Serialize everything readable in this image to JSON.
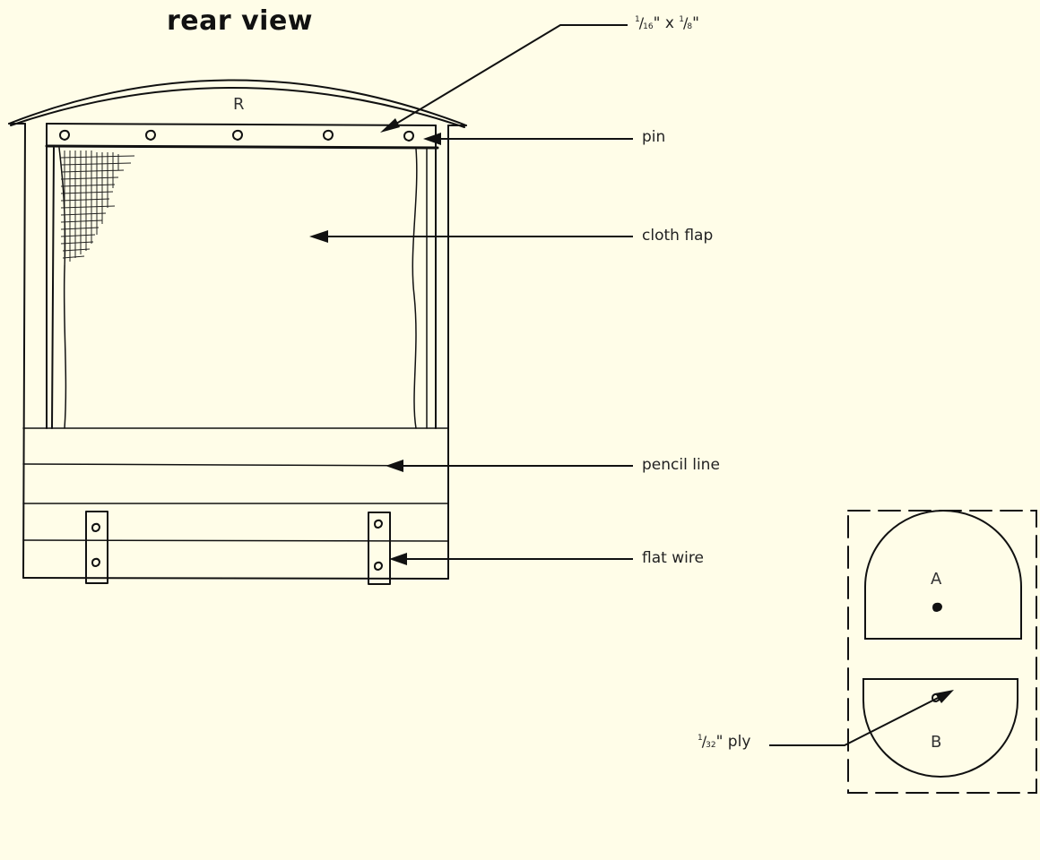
{
  "title": "rear view",
  "labels": {
    "top_strip": {
      "num1": "1",
      "den1": "16",
      "unit1": "\"",
      "times": "x",
      "num2": "1",
      "den2": "8",
      "unit2": "\""
    },
    "pin": "pin",
    "cloth_flap": "cloth flap",
    "pencil_line": "pencil line",
    "flat_wire": "flat wire",
    "ply": {
      "num": "1",
      "den": "32",
      "suffix": "\" ply"
    }
  },
  "letters": {
    "r": "R",
    "a": "A",
    "b": "B"
  },
  "colors": {
    "background": "#fffde8",
    "ink": "#111111"
  }
}
